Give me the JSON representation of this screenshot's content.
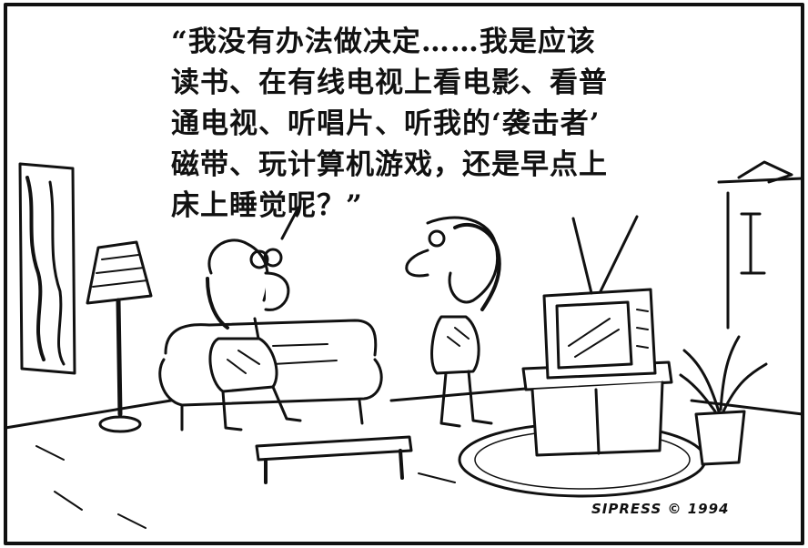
{
  "caption": {
    "lines": [
      "“我没有办法做决定……我是应该",
      "读书、在有线电视上看电影、看普",
      "通电视、听唱片、听我的‘袭击者’",
      "磁带、玩计算机游戏，还是早点上",
      "床上睡觉呢？”"
    ]
  },
  "signature": "SIPRESS © 1994",
  "colors": {
    "ink": "#111111",
    "paper": "#ffffff"
  }
}
